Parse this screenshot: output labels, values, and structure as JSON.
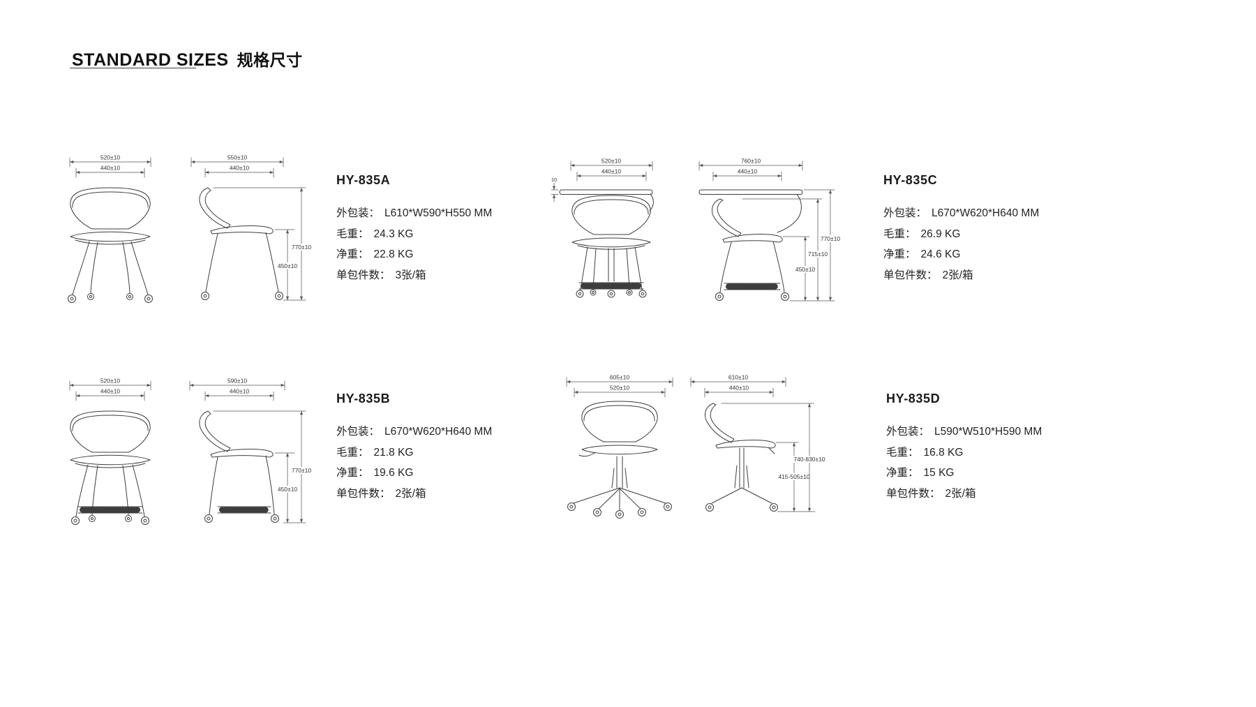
{
  "header": {
    "title_en": "STANDARD SIZES",
    "title_zh": "规格尺寸"
  },
  "labels": {
    "package": "外包装：",
    "gross": "毛重：",
    "net": "净重：",
    "qty": "单包件数："
  },
  "products": [
    {
      "model": "HY-835A",
      "package": "L610*W590*H550 MM",
      "gross": "24.3 KG",
      "net": "22.8 KG",
      "qty": "3张/箱",
      "dims": {
        "front_outer": "520±10",
        "front_inner": "440±10",
        "side_outer": "550±10",
        "side_inner": "440±10",
        "h_total": "770±10",
        "h_seat": "450±10"
      }
    },
    {
      "model": "HY-835B",
      "package": "L670*W620*H640 MM",
      "gross": "21.8 KG",
      "net": "19.6 KG",
      "qty": "2张/箱",
      "dims": {
        "front_outer": "520±10",
        "front_inner": "440±10",
        "side_outer": "590±10",
        "side_inner": "440±10",
        "h_total": "770±10",
        "h_seat": "450±10"
      }
    },
    {
      "model": "HY-835C",
      "package": "L670*W620*H640 MM",
      "gross": "26.9 KG",
      "net": "24.6 KG",
      "qty": "2张/箱",
      "dims": {
        "front_outer": "520±10",
        "front_inner": "440±10",
        "side_outer": "760±10",
        "side_inner": "440±10",
        "h_total": "770±10",
        "h_tablet": "715±10",
        "h_seat": "450±10",
        "tablet_thickness": "10"
      }
    },
    {
      "model": "HY-835D",
      "package": "L590*W510*H590 MM",
      "gross": "16.8 KG",
      "net": "15 KG",
      "qty": "2张/箱",
      "dims": {
        "front_outer": "605±10",
        "front_inner": "520±10",
        "side_outer": "610±10",
        "side_inner": "440±10",
        "h_total": "740-830±10",
        "h_seat": "415-505±10"
      }
    }
  ]
}
